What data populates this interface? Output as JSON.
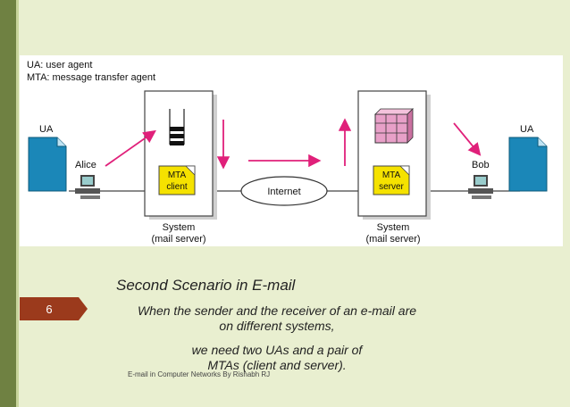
{
  "legend": {
    "ua": "UA: user agent",
    "mta": "MTA: message transfer agent"
  },
  "diagram": {
    "ua_left": "UA",
    "ua_right": "UA",
    "alice": "Alice",
    "bob": "Bob",
    "mta_client_line1": "MTA",
    "mta_client_line2": "client",
    "mta_server_line1": "MTA",
    "mta_server_line2": "server",
    "internet": "Internet",
    "system_left_line1": "System",
    "system_left_line2": "(mail server)",
    "system_right_line1": "System",
    "system_right_line2": "(mail server)"
  },
  "slide": {
    "number": "6",
    "title": "Second Scenario in E-mail",
    "body_line1": "When the sender and the receiver of an e-mail are",
    "body_line2": "on different systems,",
    "body_line3": "we need two UAs and a pair of",
    "body_line4": "MTAs (client and server).",
    "footer": "E-mail in Computer Networks By Rishabh RJ"
  },
  "colors": {
    "arrow": "#e0207a",
    "doc": "#1b87b8",
    "mta_box": "#f5e200",
    "slide_number_bg": "#9b3a1c",
    "background": "#e9efd0"
  }
}
